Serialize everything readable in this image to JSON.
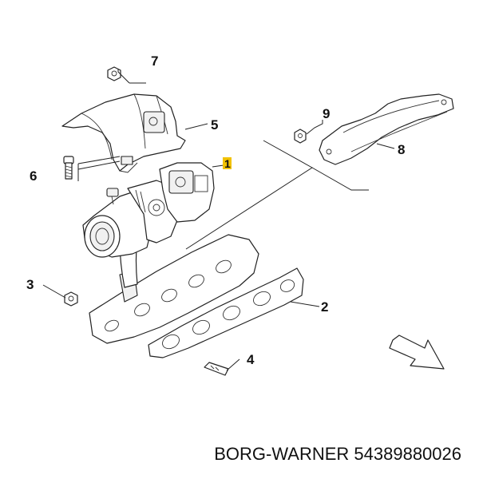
{
  "callouts": {
    "c1": "1",
    "c2": "2",
    "c3": "3",
    "c4": "4",
    "c5": "5",
    "c6": "6",
    "c7": "7",
    "c8": "8",
    "c9": "9"
  },
  "caption": "BORG-WARNER 54389880026",
  "highlight_color": "#f2c200"
}
